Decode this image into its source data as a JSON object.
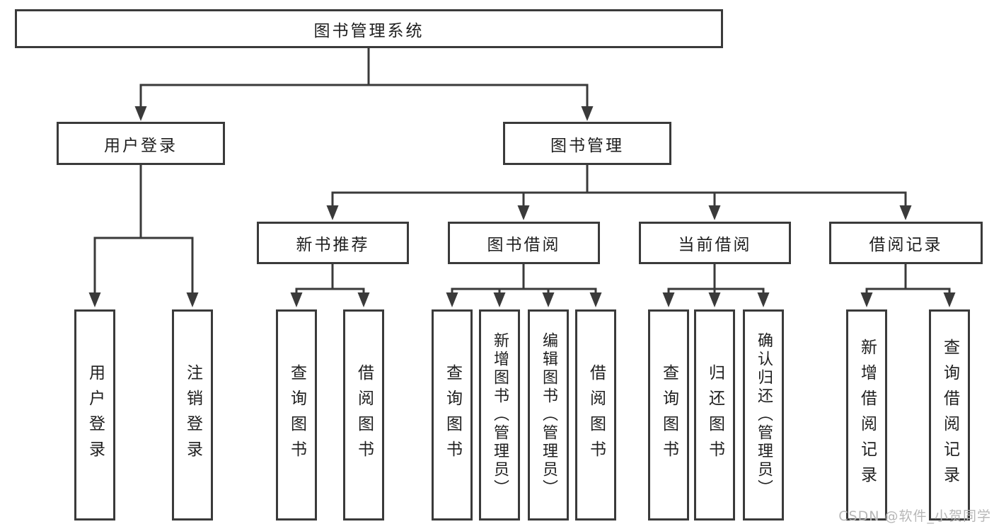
{
  "tree": {
    "label": "图书管理系统",
    "children": [
      {
        "label": "用户登录",
        "children": [
          {
            "label": "用户登录"
          },
          {
            "label": "注销登录"
          }
        ]
      },
      {
        "label": "图书管理",
        "children": [
          {
            "label": "新书推荐",
            "children": [
              {
                "label": "查询图书"
              },
              {
                "label": "借阅图书"
              }
            ]
          },
          {
            "label": "图书借阅",
            "children": [
              {
                "label": "查询图书"
              },
              {
                "label": "新增图书（管理员）"
              },
              {
                "label": "编辑图书（管理员）"
              },
              {
                "label": "借阅图书"
              }
            ]
          },
          {
            "label": "当前借阅",
            "children": [
              {
                "label": "查询图书"
              },
              {
                "label": "归还图书"
              },
              {
                "label": "确认归还（管理员）"
              }
            ]
          },
          {
            "label": "借阅记录",
            "children": [
              {
                "label": "新增借阅记录"
              },
              {
                "label": "查询借阅记录"
              }
            ]
          }
        ]
      }
    ]
  },
  "watermark": "CSDN @软件_小贺同学",
  "colors": {
    "line": "#3a3a3a",
    "box_border": "#3a3a3a",
    "text": "#1f1f1f",
    "watermark": "#b7b7b7",
    "background": "#ffffff"
  }
}
